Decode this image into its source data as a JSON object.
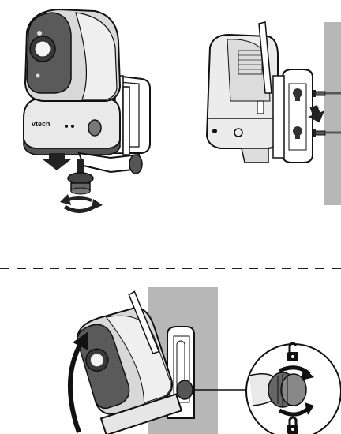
{
  "brand_label": "vtech",
  "colors": {
    "wall": "#b7b7b7",
    "camera_dark": "#5d5d5d",
    "camera_mid": "#9a9a9a",
    "camera_light": "#e6e6e6",
    "line": "#111111"
  },
  "panels": [
    {
      "id": "attach-bracket",
      "icons": [
        "arrow-down-icon",
        "rotate-icon"
      ]
    },
    {
      "id": "hang-on-wall",
      "icons": [
        "arrow-down-icon",
        "screw-icon"
      ]
    },
    {
      "id": "adjust-angle",
      "icons": [
        "tilt-arrow-icon",
        "lock-icon",
        "unlock-icon",
        "rotate-icon"
      ]
    }
  ]
}
